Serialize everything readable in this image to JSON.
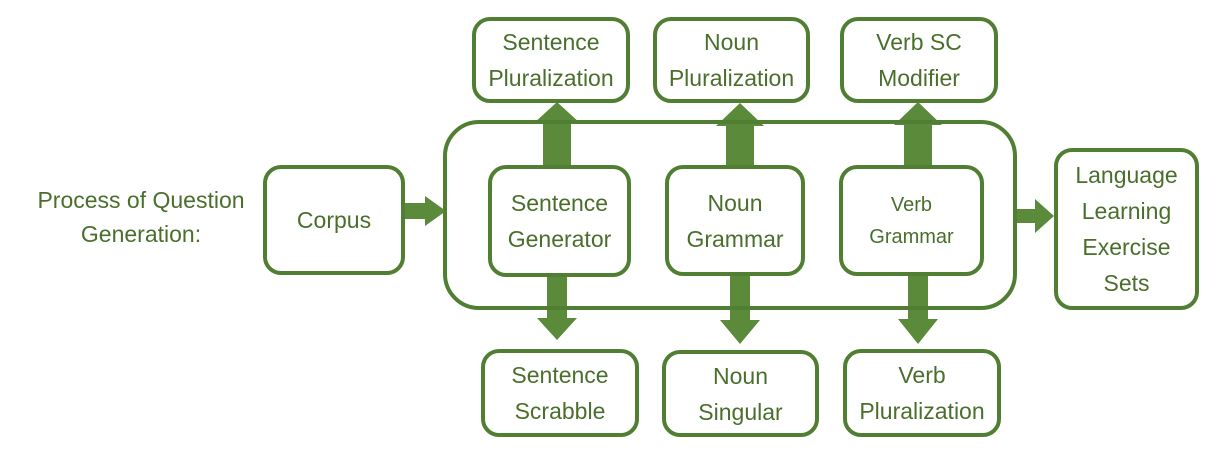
{
  "diagram": {
    "title": "Process of Question\nGeneration:",
    "corpus": "Corpus",
    "output": "Language\nLearning\nExercise\nSets",
    "generators": {
      "sentence": "Sentence\nGenerator",
      "noun": "Noun\nGrammar",
      "verb": "Verb\nGrammar"
    },
    "top_outputs": {
      "sentence": "Sentence\nPluralization",
      "noun": "Noun\nPluralization",
      "verb": "Verb SC\nModifier"
    },
    "bottom_outputs": {
      "sentence": "Sentence\nScrabble",
      "noun": "Noun\nSingular",
      "verb": "Verb\nPluralization"
    },
    "colors": {
      "stroke": "#507e32",
      "arrow": "#5a8a3a",
      "text": "#4a6f2c"
    }
  }
}
